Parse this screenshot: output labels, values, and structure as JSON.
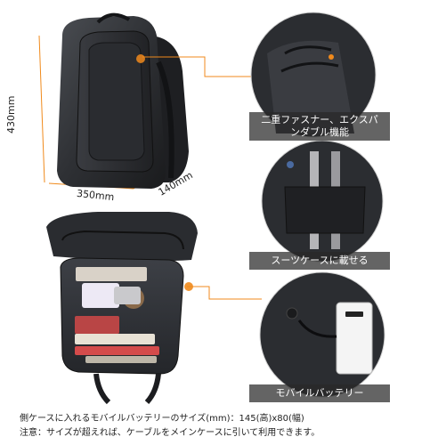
{
  "dimensions": {
    "height": "430mm",
    "width": "350mm",
    "depth": "140mm"
  },
  "features": [
    {
      "caption_line1": "二重ファスナー、エクスパ",
      "caption_line2": "ンダブル機能",
      "icon": "double-zipper"
    },
    {
      "caption_line1": "スーツケースに載せる",
      "icon": "suitcase-strap"
    },
    {
      "caption_line1": "モバイルバッテリー",
      "icon": "power-bank"
    }
  ],
  "notes": {
    "line1": "側ケースに入れるモバイルバッテリーのサイズ(mm)：145(高)x80(幅)",
    "line2": "注意：サイズが超えれば、ケーブルをメインケースに引いて利用できます。"
  },
  "colors": {
    "accent": "#f08a1c",
    "bag": "#2b2d31",
    "caption_bg": "#3a3a3a"
  }
}
